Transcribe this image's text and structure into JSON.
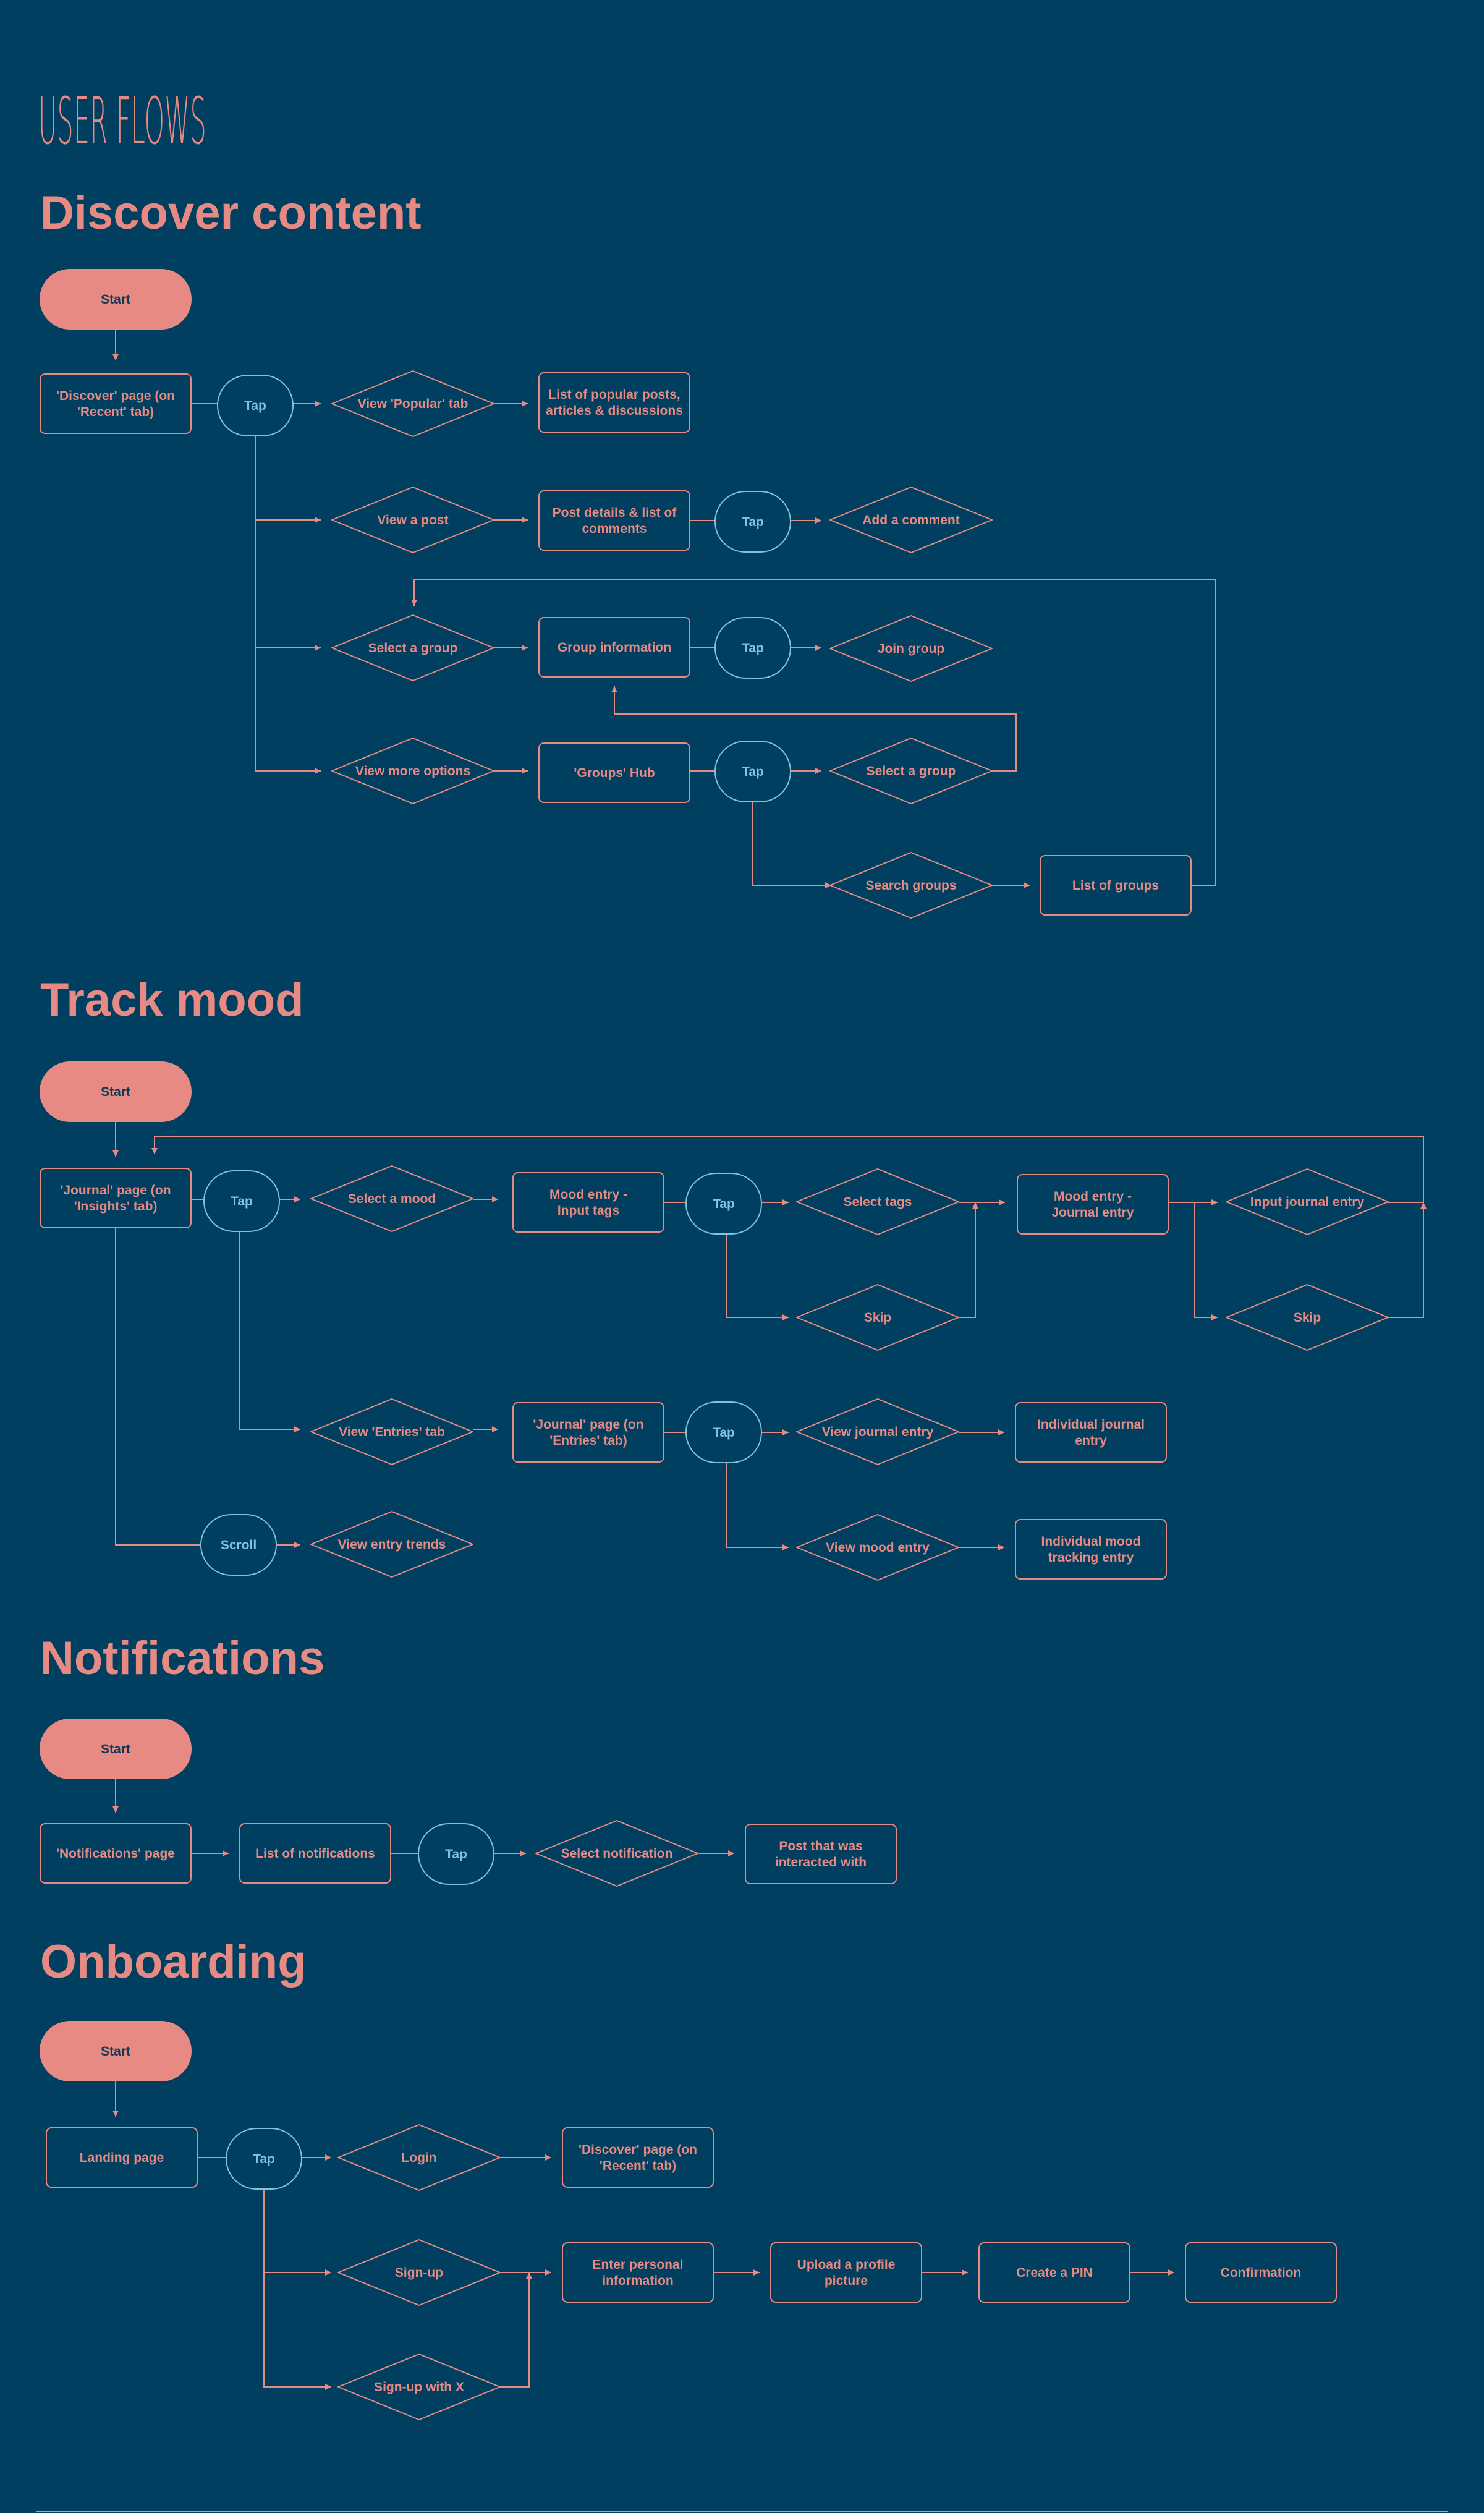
{
  "page_title": "USER FLOWS",
  "colors": {
    "background": "#003f5f",
    "accent": "#e88a84",
    "tap": "#7ec3df",
    "start_text": "#0b3a55"
  },
  "sections": {
    "discover": {
      "title": "Discover content"
    },
    "track": {
      "title": "Track mood"
    },
    "notifications": {
      "title": "Notifications"
    },
    "onboarding": {
      "title": "Onboarding"
    }
  },
  "nodes": [
    {
      "id": "d_start",
      "shape": "start",
      "lines": [
        "Start"
      ]
    },
    {
      "id": "d_discover",
      "shape": "box",
      "lines": [
        "'Discover' page (on",
        "'Recent' tab)"
      ]
    },
    {
      "id": "d_tap1",
      "shape": "tap",
      "lines": [
        "Tap"
      ]
    },
    {
      "id": "d_popular",
      "shape": "diamond",
      "lines": [
        "View 'Popular' tab"
      ]
    },
    {
      "id": "d_list_popular",
      "shape": "box",
      "lines": [
        "List of popular posts,",
        "articles & discussions"
      ]
    },
    {
      "id": "d_view_post",
      "shape": "diamond",
      "lines": [
        "View a post"
      ]
    },
    {
      "id": "d_post_details",
      "shape": "box",
      "lines": [
        "Post details & list of",
        "comments"
      ]
    },
    {
      "id": "d_tap2",
      "shape": "tap",
      "lines": [
        "Tap"
      ]
    },
    {
      "id": "d_add_comment",
      "shape": "diamond",
      "lines": [
        "Add a comment"
      ]
    },
    {
      "id": "d_select_group1",
      "shape": "diamond",
      "lines": [
        "Select a group"
      ]
    },
    {
      "id": "d_group_info",
      "shape": "box",
      "lines": [
        "Group information"
      ]
    },
    {
      "id": "d_tap3",
      "shape": "tap",
      "lines": [
        "Tap"
      ]
    },
    {
      "id": "d_join_group",
      "shape": "diamond",
      "lines": [
        "Join group"
      ]
    },
    {
      "id": "d_more_options",
      "shape": "diamond",
      "lines": [
        "View more options"
      ]
    },
    {
      "id": "d_groups_hub",
      "shape": "box",
      "lines": [
        "'Groups' Hub"
      ]
    },
    {
      "id": "d_tap4",
      "shape": "tap",
      "lines": [
        "Tap"
      ]
    },
    {
      "id": "d_select_group2",
      "shape": "diamond",
      "lines": [
        "Select a group"
      ]
    },
    {
      "id": "d_search_groups",
      "shape": "diamond",
      "lines": [
        "Search groups"
      ]
    },
    {
      "id": "d_list_groups",
      "shape": "box",
      "lines": [
        "List of groups"
      ]
    },
    {
      "id": "t_start",
      "shape": "start",
      "lines": [
        "Start"
      ]
    },
    {
      "id": "t_journal",
      "shape": "box",
      "lines": [
        "'Journal' page (on",
        "'Insights' tab)"
      ]
    },
    {
      "id": "t_tap1",
      "shape": "tap",
      "lines": [
        "Tap"
      ]
    },
    {
      "id": "t_select_mood",
      "shape": "diamond",
      "lines": [
        "Select a mood"
      ]
    },
    {
      "id": "t_mood_tags",
      "shape": "box",
      "lines": [
        "Mood entry -",
        "Input tags"
      ]
    },
    {
      "id": "t_tap2",
      "shape": "tap",
      "lines": [
        "Tap"
      ]
    },
    {
      "id": "t_select_tags",
      "shape": "diamond",
      "lines": [
        "Select tags"
      ]
    },
    {
      "id": "t_skip1",
      "shape": "diamond",
      "lines": [
        "Skip"
      ]
    },
    {
      "id": "t_mood_journal",
      "shape": "box",
      "lines": [
        "Mood entry -",
        "Journal entry"
      ]
    },
    {
      "id": "t_input_journal",
      "shape": "diamond",
      "lines": [
        "Input journal entry"
      ]
    },
    {
      "id": "t_skip2",
      "shape": "diamond",
      "lines": [
        "Skip"
      ]
    },
    {
      "id": "t_entries_tab",
      "shape": "diamond",
      "lines": [
        "View 'Entries' tab"
      ]
    },
    {
      "id": "t_journal_entries",
      "shape": "box",
      "lines": [
        "'Journal' page (on",
        "'Entries' tab)"
      ]
    },
    {
      "id": "t_tap3",
      "shape": "tap",
      "lines": [
        "Tap"
      ]
    },
    {
      "id": "t_view_journal",
      "shape": "diamond",
      "lines": [
        "View journal entry"
      ]
    },
    {
      "id": "t_indiv_journal",
      "shape": "box",
      "lines": [
        "Individual journal",
        "entry"
      ]
    },
    {
      "id": "t_view_mood",
      "shape": "diamond",
      "lines": [
        "View mood entry"
      ]
    },
    {
      "id": "t_indiv_mood",
      "shape": "box",
      "lines": [
        "Individual mood",
        "tracking entry"
      ]
    },
    {
      "id": "t_scroll",
      "shape": "tap",
      "lines": [
        "Scroll"
      ]
    },
    {
      "id": "t_trends",
      "shape": "diamond",
      "lines": [
        "View entry trends"
      ]
    },
    {
      "id": "n_start",
      "shape": "start",
      "lines": [
        "Start"
      ]
    },
    {
      "id": "n_page",
      "shape": "box",
      "lines": [
        "'Notifications' page"
      ]
    },
    {
      "id": "n_list",
      "shape": "box",
      "lines": [
        "List of notifications"
      ]
    },
    {
      "id": "n_tap",
      "shape": "tap",
      "lines": [
        "Tap"
      ]
    },
    {
      "id": "n_select",
      "shape": "diamond",
      "lines": [
        "Select notification"
      ]
    },
    {
      "id": "n_post",
      "shape": "box",
      "lines": [
        "Post that was",
        "interacted with"
      ]
    },
    {
      "id": "o_start",
      "shape": "start",
      "lines": [
        "Start"
      ]
    },
    {
      "id": "o_landing",
      "shape": "box",
      "lines": [
        "Landing page"
      ]
    },
    {
      "id": "o_tap",
      "shape": "tap",
      "lines": [
        "Tap"
      ]
    },
    {
      "id": "o_login",
      "shape": "diamond",
      "lines": [
        "Login"
      ]
    },
    {
      "id": "o_discover",
      "shape": "box",
      "lines": [
        "'Discover' page (on",
        "'Recent' tab)"
      ]
    },
    {
      "id": "o_signup",
      "shape": "diamond",
      "lines": [
        "Sign-up"
      ]
    },
    {
      "id": "o_personal",
      "shape": "box",
      "lines": [
        "Enter personal",
        "information"
      ]
    },
    {
      "id": "o_upload",
      "shape": "box",
      "lines": [
        "Upload a profile",
        "picture"
      ]
    },
    {
      "id": "o_pin",
      "shape": "box",
      "lines": [
        "Create a PIN"
      ]
    },
    {
      "id": "o_confirm",
      "shape": "box",
      "lines": [
        "Confirmation"
      ]
    },
    {
      "id": "o_signup_x",
      "shape": "diamond",
      "lines": [
        "Sign-up with X"
      ]
    }
  ],
  "edges": [
    {
      "from": "d_start",
      "to": "d_discover",
      "arrow": true
    },
    {
      "from": "d_discover",
      "to": "d_tap1",
      "arrow": false
    },
    {
      "from": "d_tap1",
      "to": "d_popular",
      "arrow": true
    },
    {
      "from": "d_popular",
      "to": "d_list_popular",
      "arrow": true
    },
    {
      "from": "d_tap1",
      "to": "d_view_post",
      "arrow": true
    },
    {
      "from": "d_view_post",
      "to": "d_post_details",
      "arrow": true
    },
    {
      "from": "d_post_details",
      "to": "d_tap2",
      "arrow": false
    },
    {
      "from": "d_tap2",
      "to": "d_add_comment",
      "arrow": true
    },
    {
      "from": "d_tap1",
      "to": "d_select_group1",
      "arrow": true
    },
    {
      "from": "d_select_group1",
      "to": "d_group_info",
      "arrow": true
    },
    {
      "from": "d_group_info",
      "to": "d_tap3",
      "arrow": false
    },
    {
      "from": "d_tap3",
      "to": "d_join_group",
      "arrow": true
    },
    {
      "from": "d_tap1",
      "to": "d_more_options",
      "arrow": true
    },
    {
      "from": "d_more_options",
      "to": "d_groups_hub",
      "arrow": true
    },
    {
      "from": "d_groups_hub",
      "to": "d_tap4",
      "arrow": false
    },
    {
      "from": "d_tap4",
      "to": "d_select_group2",
      "arrow": true
    },
    {
      "from": "d_select_group2",
      "to": "d_group_info",
      "arrow": true
    },
    {
      "from": "d_tap4",
      "to": "d_search_groups",
      "arrow": true
    },
    {
      "from": "d_search_groups",
      "to": "d_list_groups",
      "arrow": true
    },
    {
      "from": "d_list_groups",
      "to": "d_select_group1",
      "arrow": true
    },
    {
      "from": "t_start",
      "to": "t_journal",
      "arrow": true
    },
    {
      "from": "t_journal",
      "to": "t_tap1",
      "arrow": false
    },
    {
      "from": "t_tap1",
      "to": "t_select_mood",
      "arrow": true
    },
    {
      "from": "t_select_mood",
      "to": "t_mood_tags",
      "arrow": true
    },
    {
      "from": "t_mood_tags",
      "to": "t_tap2",
      "arrow": false
    },
    {
      "from": "t_tap2",
      "to": "t_select_tags",
      "arrow": true
    },
    {
      "from": "t_tap2",
      "to": "t_skip1",
      "arrow": true
    },
    {
      "from": "t_select_tags",
      "to": "t_mood_journal",
      "arrow": true
    },
    {
      "from": "t_skip1",
      "to": "t_mood_journal",
      "arrow": true
    },
    {
      "from": "t_mood_journal",
      "to": "t_input_journal",
      "arrow": true
    },
    {
      "from": "t_mood_journal",
      "to": "t_skip2",
      "arrow": true
    },
    {
      "from": "t_input_journal",
      "to": "t_journal",
      "arrow": true
    },
    {
      "from": "t_skip2",
      "to": "t_journal",
      "arrow": true
    },
    {
      "from": "t_tap1",
      "to": "t_entries_tab",
      "arrow": true
    },
    {
      "from": "t_entries_tab",
      "to": "t_journal_entries",
      "arrow": true
    },
    {
      "from": "t_journal_entries",
      "to": "t_tap3",
      "arrow": false
    },
    {
      "from": "t_tap3",
      "to": "t_view_journal",
      "arrow": true
    },
    {
      "from": "t_view_journal",
      "to": "t_indiv_journal",
      "arrow": true
    },
    {
      "from": "t_tap3",
      "to": "t_view_mood",
      "arrow": true
    },
    {
      "from": "t_view_mood",
      "to": "t_indiv_mood",
      "arrow": true
    },
    {
      "from": "t_journal",
      "to": "t_scroll",
      "arrow": false
    },
    {
      "from": "t_scroll",
      "to": "t_trends",
      "arrow": true
    },
    {
      "from": "n_start",
      "to": "n_page",
      "arrow": true
    },
    {
      "from": "n_page",
      "to": "n_list",
      "arrow": true
    },
    {
      "from": "n_list",
      "to": "n_tap",
      "arrow": false
    },
    {
      "from": "n_tap",
      "to": "n_select",
      "arrow": true
    },
    {
      "from": "n_select",
      "to": "n_post",
      "arrow": true
    },
    {
      "from": "o_start",
      "to": "o_landing",
      "arrow": true
    },
    {
      "from": "o_landing",
      "to": "o_tap",
      "arrow": false
    },
    {
      "from": "o_tap",
      "to": "o_login",
      "arrow": true
    },
    {
      "from": "o_login",
      "to": "o_discover",
      "arrow": true
    },
    {
      "from": "o_tap",
      "to": "o_signup",
      "arrow": true
    },
    {
      "from": "o_tap",
      "to": "o_signup_x",
      "arrow": true
    },
    {
      "from": "o_signup",
      "to": "o_personal",
      "arrow": true
    },
    {
      "from": "o_signup_x",
      "to": "o_personal",
      "arrow": true
    },
    {
      "from": "o_personal",
      "to": "o_upload",
      "arrow": true
    },
    {
      "from": "o_upload",
      "to": "o_pin",
      "arrow": true
    },
    {
      "from": "o_pin",
      "to": "o_confirm",
      "arrow": true
    }
  ]
}
